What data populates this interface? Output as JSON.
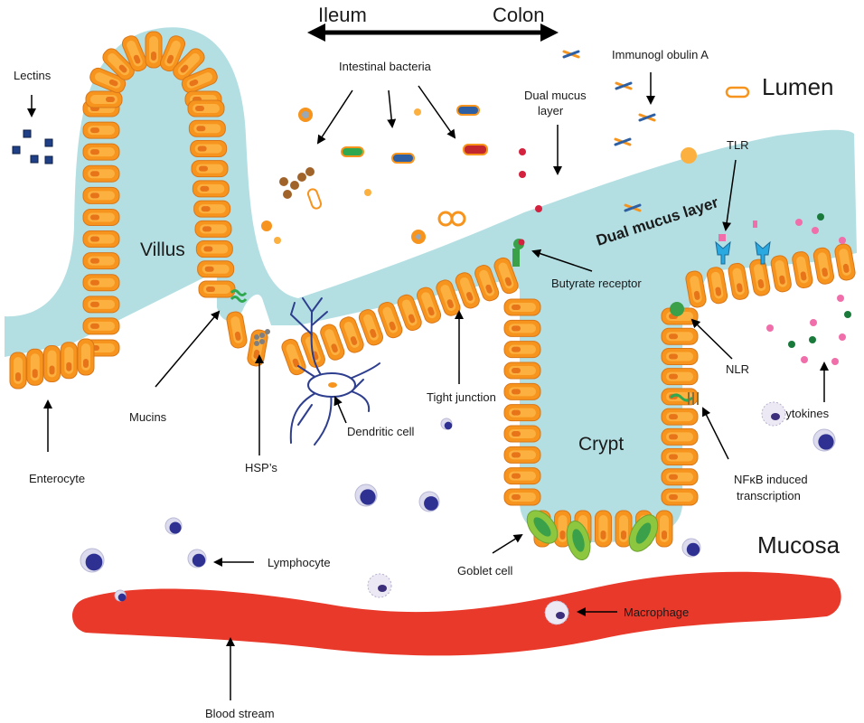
{
  "direction": {
    "left": "Ileum",
    "right": "Colon"
  },
  "regions": {
    "lumen": "Lumen",
    "mucosa": "Mucosa",
    "villus": "Villus",
    "crypt": "Crypt",
    "mucus_layer": "Dual mucus layer"
  },
  "labels": {
    "lectins": "Lectins",
    "bacteria": "Intestinal bacteria",
    "dual_mucus_1": "Dual mucus",
    "dual_mucus_2": "layer",
    "iga": "Immunogl obulin A",
    "tlr": "TLR",
    "butyrate": "Butyrate receptor",
    "nlr": "NLR",
    "cytokines": "Cytokines",
    "tight_junction": "Tight junction",
    "dendritic": "Dendritic cell",
    "mucins": "Mucins",
    "hsp": "HSP’s",
    "enterocyte": "Enterocyte",
    "nfkb_1": "NFκB induced",
    "nfkb_2": "transcription",
    "goblet": "Goblet cell",
    "lymphocyte": "Lymphocyte",
    "macrophage": "Macrophage",
    "blood": "Blood stream"
  },
  "colors": {
    "mucus": "#b3dfe3",
    "cell_outer": "#f7941d",
    "cell_inner": "#fbb040",
    "nucleus": "#e8741a",
    "goblet": "#8dc63f",
    "blood": "#e8392a",
    "lymphocyte": "#2e3192",
    "bacteria_blue": "#2e5fa3",
    "bacteria_green": "#2fa84f",
    "bacteria_red": "#c1272d"
  }
}
